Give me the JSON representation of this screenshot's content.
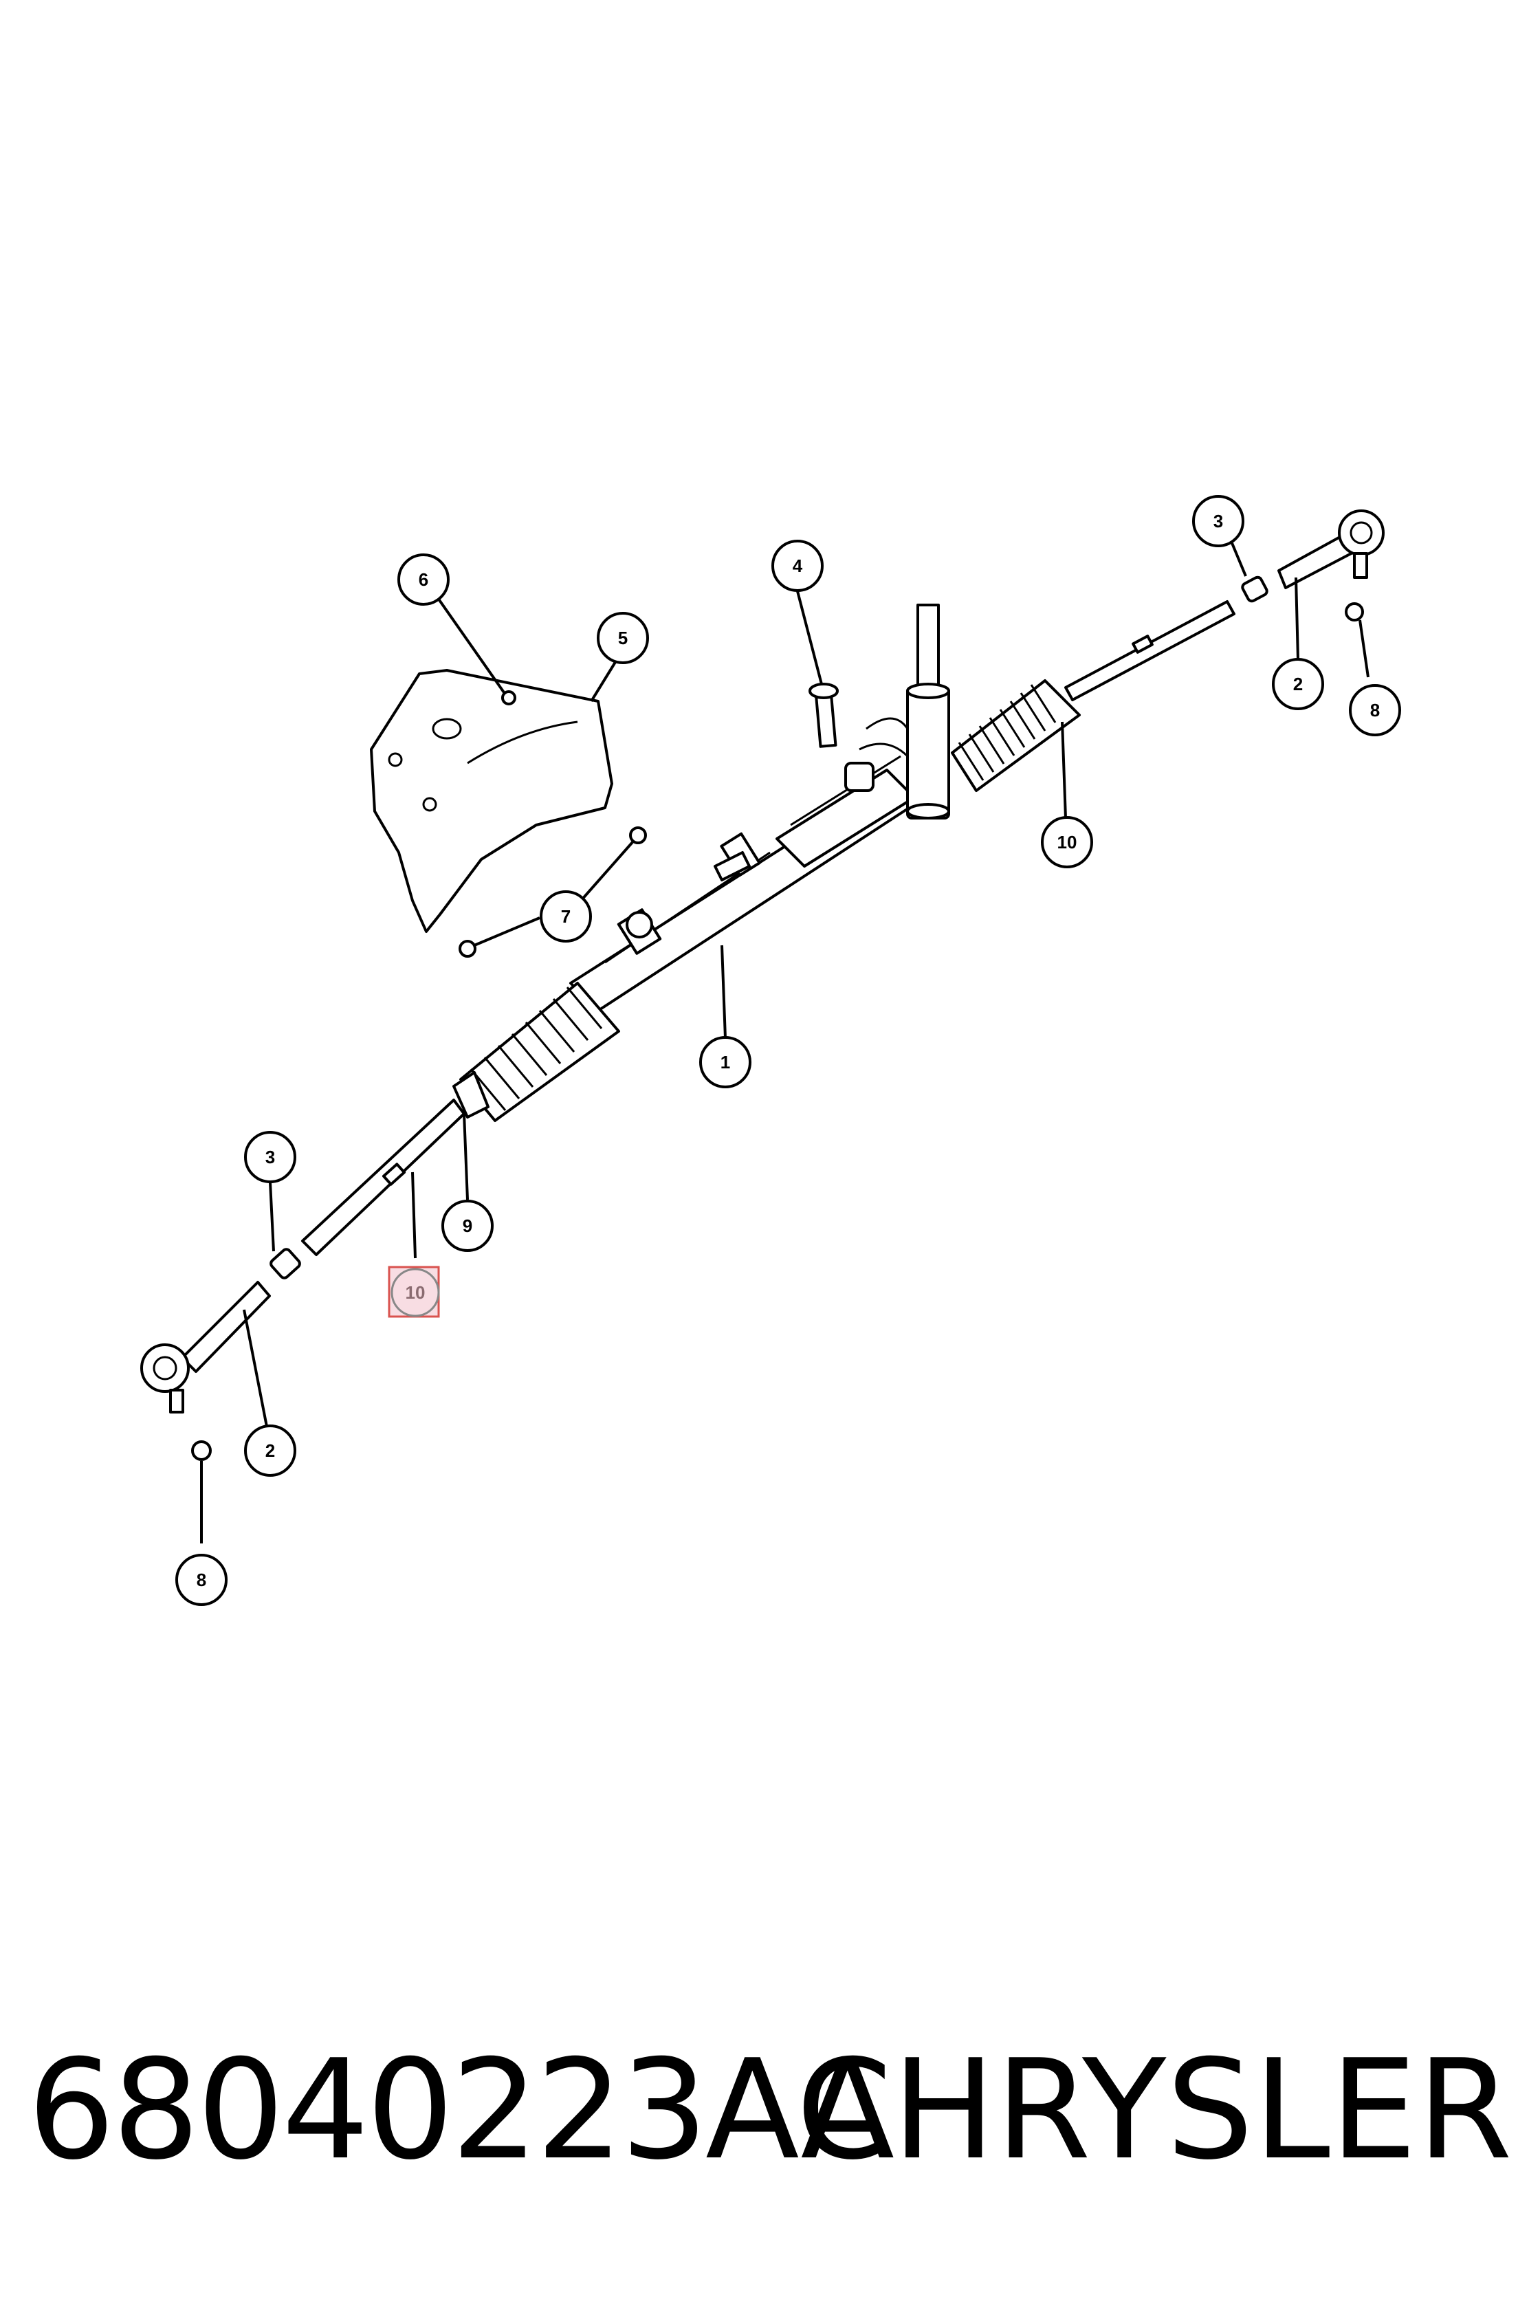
{
  "callouts": {
    "c1": "1",
    "c2a": "2",
    "c2b": "2",
    "c3a": "3",
    "c3b": "3",
    "c4": "4",
    "c5": "5",
    "c6": "6",
    "c7": "7",
    "c8a": "8",
    "c8b": "8",
    "c9": "9",
    "c10a": "10",
    "c10b": "10"
  },
  "highlighted_callout": "10",
  "colors": {
    "highlight_fill": "#f8dde3",
    "highlight_border": "#d9534f"
  },
  "footer": {
    "part_number": "68040223AA",
    "brand": "CHRYSLER"
  }
}
